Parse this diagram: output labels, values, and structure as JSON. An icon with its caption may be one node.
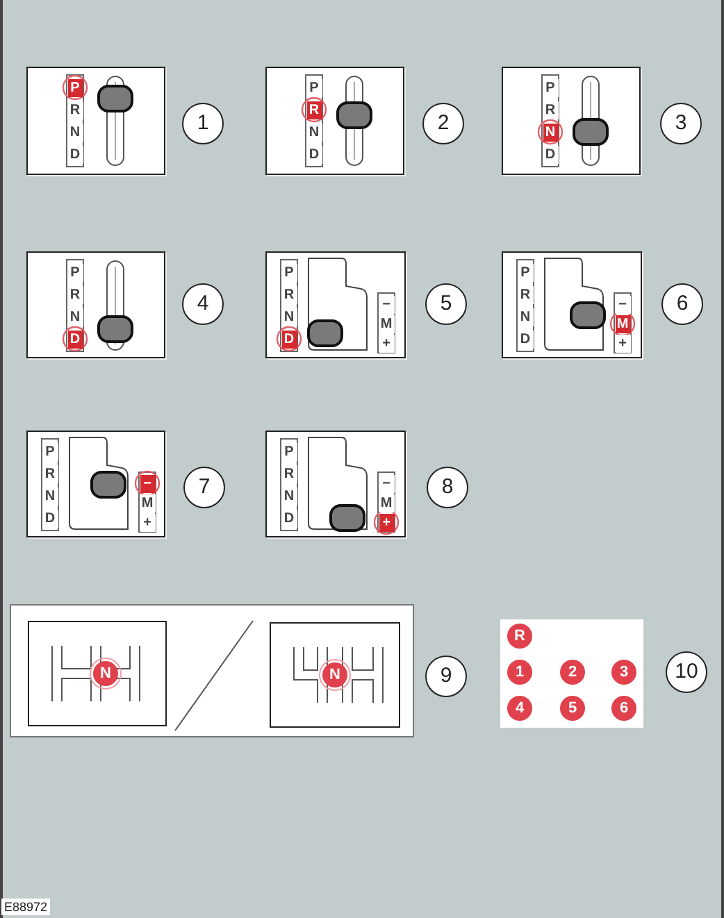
{
  "diagram": {
    "nodes": [
      {
        "text": [
          "P",
          "R",
          "N",
          "D"
        ],
        "beside": [
          "1"
        ]
      },
      {
        "text": [
          "P",
          "R",
          "N",
          "D"
        ],
        "beside": [
          "2"
        ]
      },
      {
        "text": [
          "P",
          "R",
          "N",
          "D"
        ],
        "beside": [
          "3"
        ]
      },
      {
        "text": [
          "P",
          "R",
          "N",
          "D"
        ],
        "beside": [
          "4"
        ]
      },
      {
        "text": [
          "P",
          "R",
          "N",
          "D",
          "−",
          "M",
          "+"
        ],
        "beside": [
          "5"
        ]
      },
      {
        "text": [
          "P",
          "R",
          "N",
          "D",
          "−",
          "M",
          "+"
        ],
        "beside": [
          "6"
        ]
      },
      {
        "text": [
          "P",
          "R",
          "N",
          "D",
          "−",
          "M",
          "+"
        ],
        "beside": [
          "7"
        ]
      },
      {
        "text": [
          "P",
          "R",
          "N",
          "D",
          "−",
          "M",
          "+"
        ],
        "beside": [
          "8"
        ]
      },
      {
        "text": [],
        "shape": "box",
        "beside": [
          "9"
        ]
      },
      {
        "text": [
          "N"
        ],
        "in": 8
      },
      {
        "text": [
          "N"
        ],
        "in": 8
      },
      {
        "text": [
          "R",
          "1",
          "2",
          "3",
          "4",
          "5",
          "6"
        ],
        "beside": [
          "10"
        ]
      }
    ],
    "labels": [
      "E88972"
    ]
  }
}
